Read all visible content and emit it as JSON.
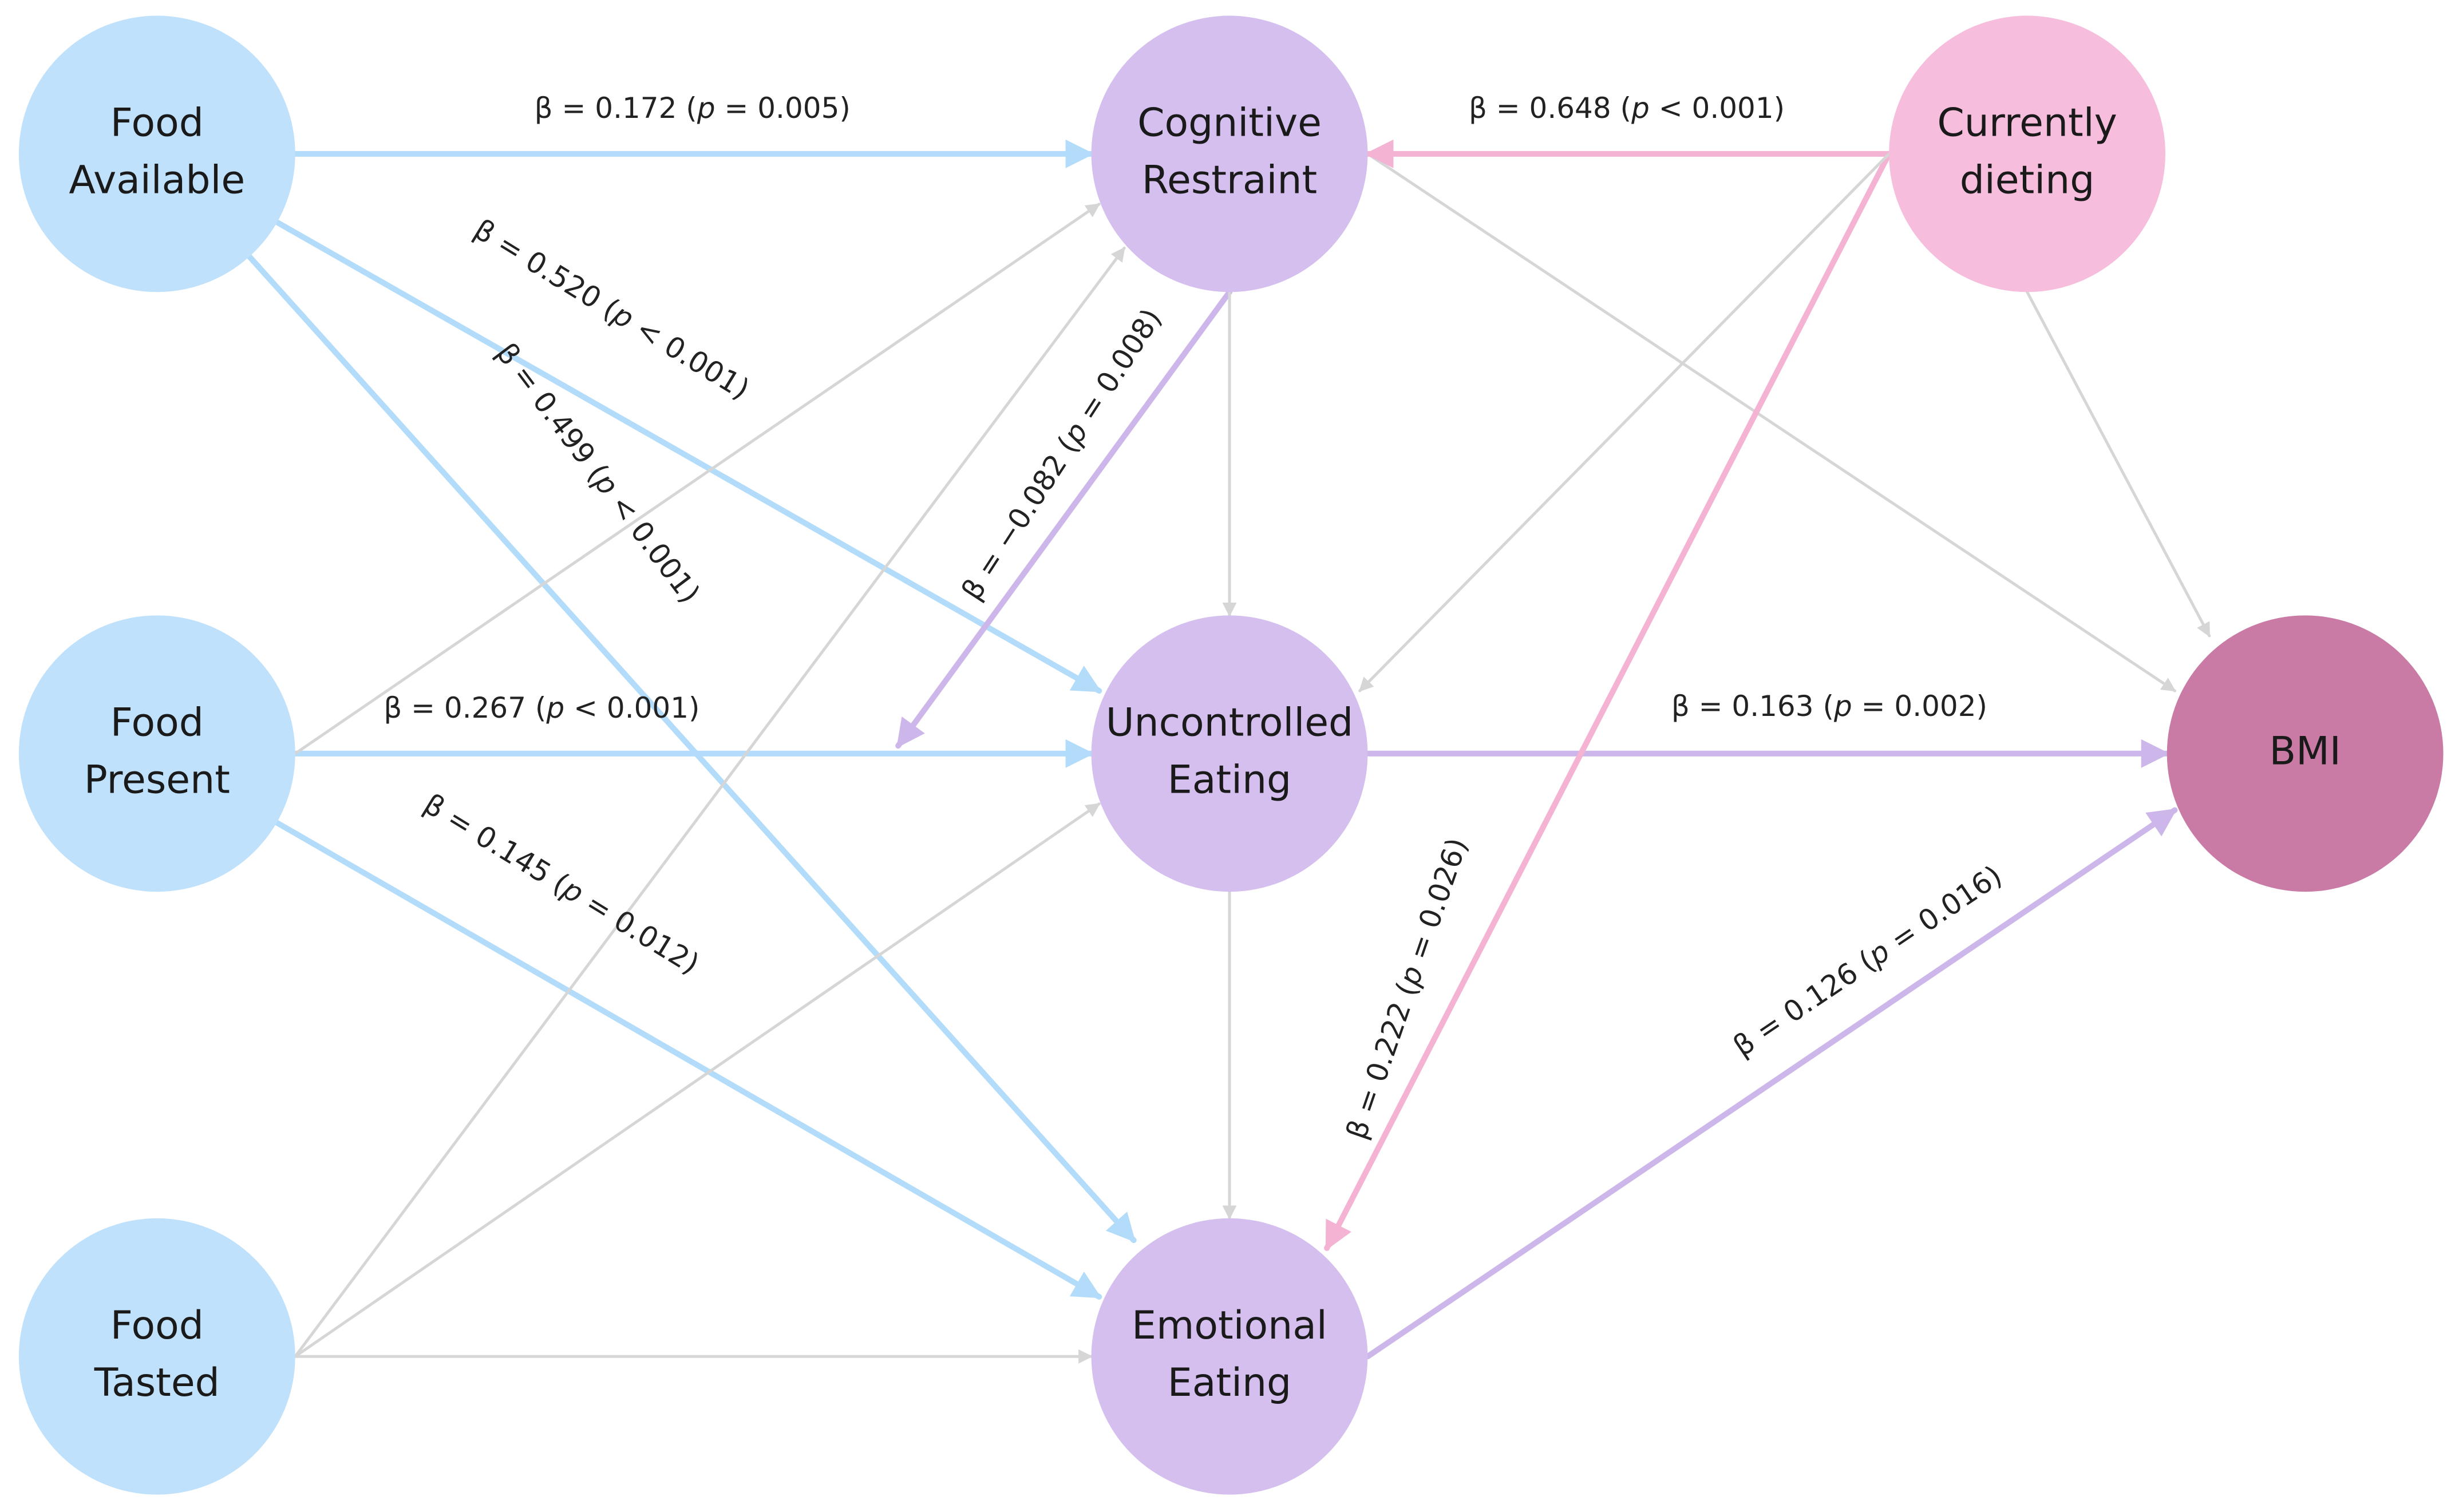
{
  "colors": {
    "blue_node": "#bfe1fc",
    "blue_edge": "#b3dcfb",
    "lavender_node": "#d4bfee",
    "lavender_edge": "#cdb6ea",
    "pink_node": "#f6bddc",
    "pink_edge": "#f4b3d2",
    "bmi_node": "#c97ba5",
    "gray_edge": "#d6d6d6"
  },
  "nodes": [
    {
      "id": "food-available",
      "lines": [
        "Food",
        "Available"
      ],
      "fill": "blue_node"
    },
    {
      "id": "food-present",
      "lines": [
        "Food",
        "Present"
      ],
      "fill": "blue_node"
    },
    {
      "id": "food-tasted",
      "lines": [
        "Food",
        "Tasted"
      ],
      "fill": "blue_node"
    },
    {
      "id": "cognitive-restraint",
      "lines": [
        "Cognitive",
        "Restraint"
      ],
      "fill": "lavender_node"
    },
    {
      "id": "uncontrolled-eating",
      "lines": [
        "Uncontrolled",
        "Eating"
      ],
      "fill": "lavender_node"
    },
    {
      "id": "emotional-eating",
      "lines": [
        "Emotional",
        "Eating"
      ],
      "fill": "lavender_node"
    },
    {
      "id": "currently-dieting",
      "lines": [
        "Currently",
        "dieting"
      ],
      "fill": "pink_node"
    },
    {
      "id": "bmi",
      "lines": [
        "BMI"
      ],
      "fill": "bmi_node"
    }
  ],
  "edges": [
    {
      "from": "food-available",
      "to": "cognitive-restraint",
      "color": "blue_edge",
      "label": {
        "beta": "0.172",
        "op": "=",
        "p": "0.005"
      }
    },
    {
      "from": "food-available",
      "to": "uncontrolled-eating",
      "color": "blue_edge",
      "label": {
        "beta": "0.520",
        "op": "<",
        "p": "0.001"
      }
    },
    {
      "from": "food-available",
      "to": "emotional-eating",
      "color": "blue_edge",
      "label": {
        "beta": "0.499",
        "op": "<",
        "p": "0.001"
      }
    },
    {
      "from": "food-present",
      "to": "uncontrolled-eating",
      "color": "blue_edge",
      "label": {
        "beta": "0.267",
        "op": "<",
        "p": "0.001"
      }
    },
    {
      "from": "food-present",
      "to": "emotional-eating",
      "color": "blue_edge",
      "label": {
        "beta": "0.145",
        "op": "=",
        "p": "0.012"
      }
    },
    {
      "from": "food-present",
      "to": "cognitive-restraint",
      "color": "gray_edge"
    },
    {
      "from": "food-tasted",
      "to": "cognitive-restraint",
      "color": "gray_edge"
    },
    {
      "from": "food-tasted",
      "to": "uncontrolled-eating",
      "color": "gray_edge"
    },
    {
      "from": "food-tasted",
      "to": "emotional-eating",
      "color": "gray_edge"
    },
    {
      "from": "cognitive-restraint",
      "to": "food-present",
      "color": "lavender_edge",
      "label": {
        "beta": "−0.082",
        "op": "=",
        "p": "0.008"
      }
    },
    {
      "from": "cognitive-restraint",
      "to": "uncontrolled-eating",
      "color": "gray_edge"
    },
    {
      "from": "cognitive-restraint",
      "to": "bmi",
      "color": "gray_edge"
    },
    {
      "from": "uncontrolled-eating",
      "to": "emotional-eating",
      "color": "gray_edge"
    },
    {
      "from": "uncontrolled-eating",
      "to": "bmi",
      "color": "lavender_edge",
      "label": {
        "beta": "0.163",
        "op": "=",
        "p": "0.002"
      }
    },
    {
      "from": "emotional-eating",
      "to": "bmi",
      "color": "lavender_edge",
      "label": {
        "beta": "0.126",
        "op": "=",
        "p": "0.016"
      }
    },
    {
      "from": "currently-dieting",
      "to": "cognitive-restraint",
      "color": "pink_edge",
      "label": {
        "beta": "0.648",
        "op": "<",
        "p": "0.001"
      }
    },
    {
      "from": "currently-dieting",
      "to": "emotional-eating",
      "color": "pink_edge",
      "label": {
        "beta": "0.222",
        "op": "=",
        "p": "0.026"
      }
    },
    {
      "from": "currently-dieting",
      "to": "uncontrolled-eating",
      "color": "gray_edge"
    },
    {
      "from": "currently-dieting",
      "to": "bmi",
      "color": "gray_edge"
    }
  ]
}
